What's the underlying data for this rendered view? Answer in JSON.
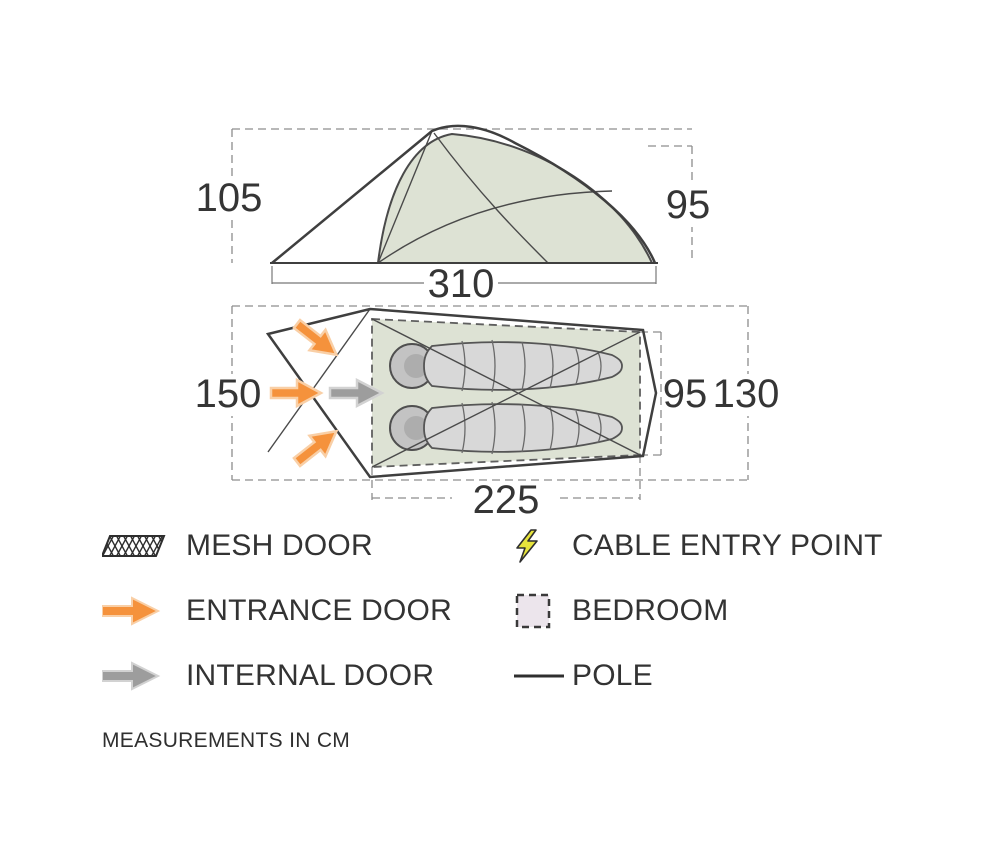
{
  "diagram": {
    "units_note": "MEASUREMENTS IN CM",
    "side_view": {
      "peak_height": "105",
      "rear_height": "95",
      "length": "310"
    },
    "plan_view": {
      "front_width": "150",
      "bedroom_width": "95",
      "rear_width": "130",
      "bedroom_length": "225"
    }
  },
  "legend": {
    "items": [
      {
        "icon": "mesh-door-icon",
        "label": "MESH DOOR"
      },
      {
        "icon": "cable-entry-icon",
        "label": "CABLE ENTRY POINT"
      },
      {
        "icon": "entrance-door-icon",
        "label": "ENTRANCE DOOR"
      },
      {
        "icon": "bedroom-icon",
        "label": "BEDROOM"
      },
      {
        "icon": "internal-door-icon",
        "label": "INTERNAL DOOR"
      },
      {
        "icon": "pole-icon",
        "label": "POLE"
      }
    ]
  },
  "colors": {
    "tent_fill": "#dde2d4",
    "outline": "#3f3f3f",
    "dash": "#8d8d8d",
    "entrance_arrow": "#f5923c",
    "internal_arrow": "#9d9d9d",
    "cable_bolt": "#e7e43c",
    "bedroom_fill_legend": "#ece5ec",
    "sleeping_bag_fill": "#d8d8d8",
    "sleeping_bag_hood": "#c3c3c3"
  }
}
